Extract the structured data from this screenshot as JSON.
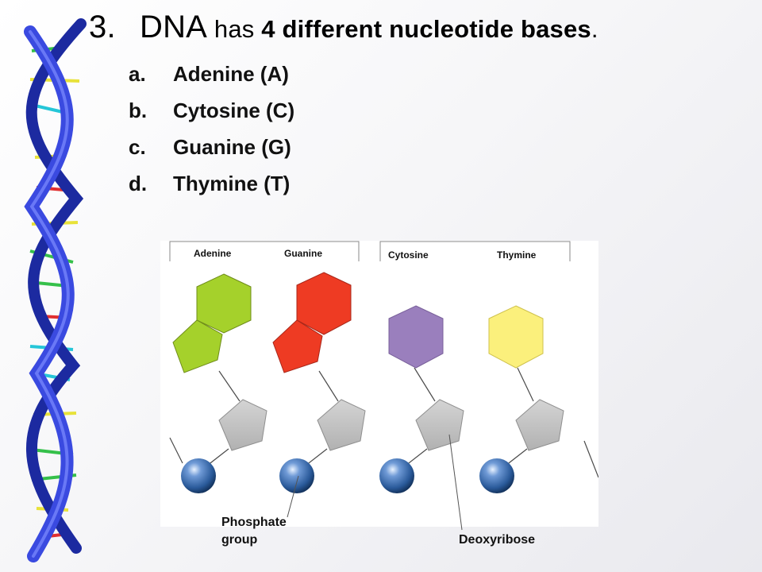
{
  "heading": {
    "number": "3.",
    "dna": "DNA",
    "has": " has ",
    "bold_text": "4 different nucleotide bases",
    "period": "."
  },
  "bases": [
    {
      "letter": "a.",
      "label": "Adenine (A)"
    },
    {
      "letter": "b.",
      "label": "Cytosine (C)"
    },
    {
      "letter": "c.",
      "label": "Guanine (G)"
    },
    {
      "letter": "d.",
      "label": "Thymine (T)"
    }
  ],
  "diagram": {
    "purines_left": "Adenine",
    "purines_right": "Guanine",
    "pyrimidines_left": "Cytosine",
    "pyrimidines_right": "Thymine",
    "phosphate_line1": "Phosphate",
    "phosphate_line2": "group",
    "deoxyribose": "Deoxyribose"
  },
  "colors": {
    "adenine": "#a5d12b",
    "guanine": "#ee3b23",
    "cytosine": "#9a7fbd",
    "thymine": "#fbf07c",
    "sugar": "#c4c4c4",
    "phosphate": "#2a5a9a",
    "helix": "#2f3fc8"
  }
}
